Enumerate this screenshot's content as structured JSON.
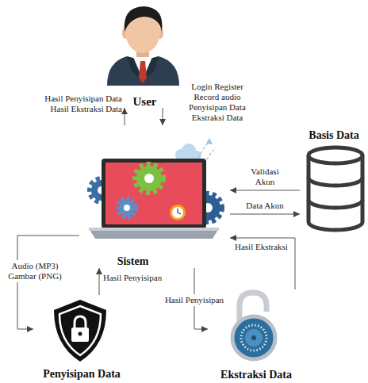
{
  "diagram": {
    "nodes": [
      {
        "text": [
          "User"
        ]
      },
      {
        "text": [
          "Sistem"
        ]
      },
      {
        "text": [
          "Basis Data"
        ]
      },
      {
        "text": [
          "Penyisipan Data"
        ]
      },
      {
        "text": [
          "Ekstraksi Data"
        ]
      }
    ],
    "edges": [
      {
        "from": 1,
        "to": 0,
        "arrow": "to",
        "label": "Hasil Penyisipan Data Hasil Ekstraksi Data"
      },
      {
        "from": 0,
        "to": 1,
        "arrow": "to",
        "label": "Login Register Record audio Penyisipan Data Ekstraksi Data"
      },
      {
        "from": 2,
        "to": 1,
        "arrow": "to",
        "label": "Validasi Akun"
      },
      {
        "from": 1,
        "to": 2,
        "arrow": "to",
        "label": "Data Akun"
      },
      {
        "from": 1,
        "to": 3,
        "arrow": "to",
        "label": "Audio (MP3) Gambar (PNG)"
      },
      {
        "from": 3,
        "to": 1,
        "arrow": "to",
        "label": "Hasil Penyisipan"
      },
      {
        "from": 1,
        "to": 4,
        "arrow": "to",
        "label": "Hasil Penyisipan"
      },
      {
        "from": 4,
        "to": 1,
        "arrow": "to",
        "label": "Hasil Ekstraksi"
      }
    ]
  }
}
